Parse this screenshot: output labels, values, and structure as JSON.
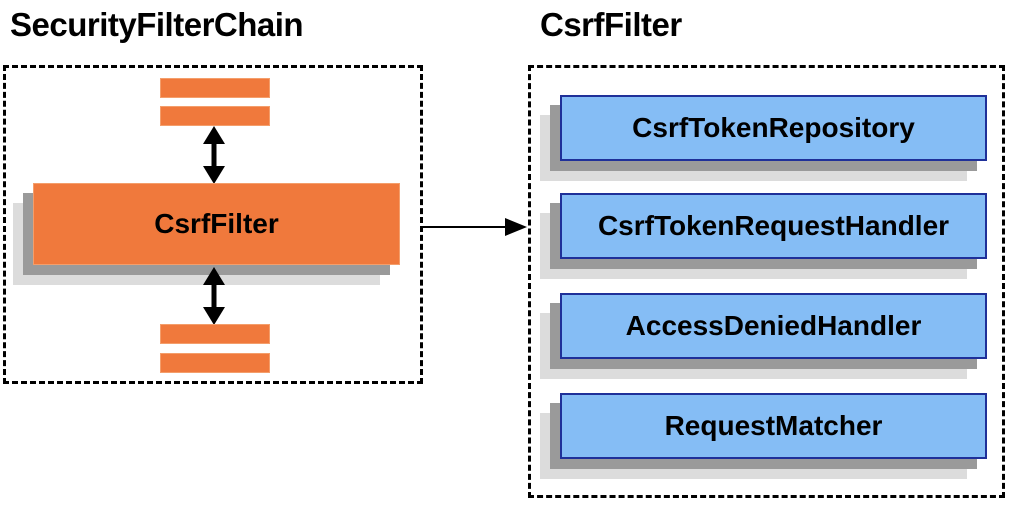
{
  "titles": {
    "left": "SecurityFilterChain",
    "right": "CsrfFilter"
  },
  "left_panel": {
    "filter_box_label": "CsrfFilter"
  },
  "right_panel": {
    "components": [
      "CsrfTokenRepository",
      "CsrfTokenRequestHandler",
      "AccessDeniedHandler",
      "RequestMatcher"
    ]
  },
  "icons": {
    "vertical_arrows": "bidirectional-arrow-icon",
    "horizontal_arrow": "right-arrow-icon"
  },
  "colors": {
    "orange_fill": "#F0793C",
    "orange_edge": "#F49E6B",
    "blue_fill": "#85BDF5",
    "blue_border": "#1F3099",
    "shadow_dark": "#9A9A9A",
    "shadow_light": "#DCDCDC",
    "arrow": "#000000",
    "dash": "#000000"
  }
}
